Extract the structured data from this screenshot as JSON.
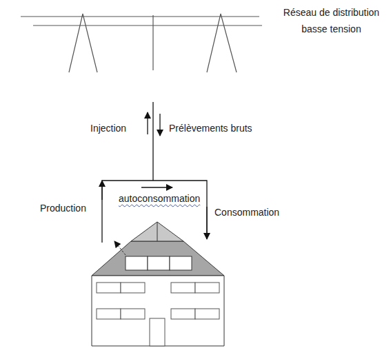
{
  "diagram": {
    "labels": [
      "Réseau de distribution basse tension",
      "Injection",
      "Prélèvements bruts",
      "autoconsommation",
      "Production",
      "Consommation"
    ]
  }
}
